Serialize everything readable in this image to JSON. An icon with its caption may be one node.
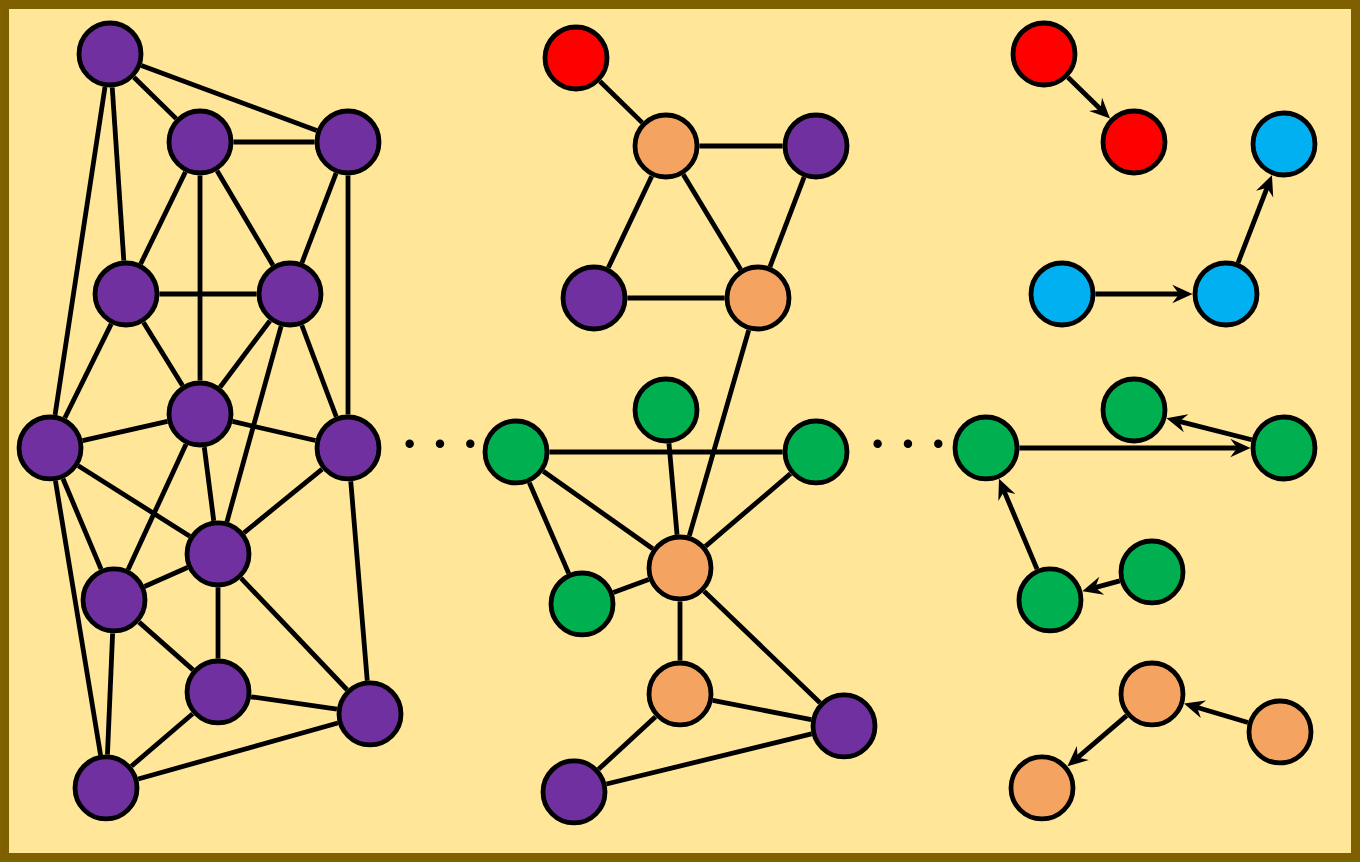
{
  "diagram": {
    "nodes": [
      {
        "text": [],
        "shape": "circle"
      },
      {
        "text": [],
        "shape": "circle"
      },
      {
        "text": [],
        "shape": "circle"
      },
      {
        "text": [],
        "shape": "circle"
      },
      {
        "text": [],
        "shape": "circle"
      },
      {
        "text": [],
        "shape": "circle"
      },
      {
        "text": [],
        "shape": "circle"
      },
      {
        "text": [],
        "shape": "circle"
      },
      {
        "text": [],
        "shape": "circle"
      },
      {
        "text": [],
        "shape": "circle"
      },
      {
        "text": [],
        "shape": "circle"
      },
      {
        "text": [],
        "shape": "circle"
      },
      {
        "text": [],
        "shape": "circle"
      },
      {
        "text": [],
        "shape": "circle"
      },
      {
        "text": [],
        "shape": "circle"
      },
      {
        "text": [],
        "shape": "circle"
      },
      {
        "text": [],
        "shape": "circle"
      },
      {
        "text": [],
        "shape": "circle"
      },
      {
        "text": [],
        "shape": "circle"
      },
      {
        "text": [],
        "shape": "circle"
      },
      {
        "text": [],
        "shape": "circle"
      },
      {
        "text": [],
        "shape": "circle"
      },
      {
        "text": [],
        "shape": "circle"
      },
      {
        "text": [],
        "shape": "circle"
      },
      {
        "text": [],
        "shape": "circle"
      },
      {
        "text": [],
        "shape": "circle"
      },
      {
        "text": [],
        "shape": "circle"
      },
      {
        "text": [],
        "shape": "circle"
      },
      {
        "text": [],
        "shape": "circle"
      },
      {
        "text": [],
        "shape": "circle"
      },
      {
        "text": [],
        "shape": "circle"
      },
      {
        "text": [],
        "shape": "circle"
      },
      {
        "text": [],
        "shape": "circle"
      },
      {
        "text": [],
        "shape": "circle"
      },
      {
        "text": [],
        "shape": "circle"
      },
      {
        "text": [],
        "shape": "circle"
      },
      {
        "text": [],
        "shape": "circle"
      },
      {
        "text": [],
        "shape": "circle"
      },
      {
        "text": [],
        "shape": "circle"
      }
    ],
    "edges": [
      {
        "from": 0,
        "to": 1,
        "arrow": "none"
      },
      {
        "from": 0,
        "to": 2,
        "arrow": "none"
      },
      {
        "from": 0,
        "to": 3,
        "arrow": "none"
      },
      {
        "from": 0,
        "to": 6,
        "arrow": "none"
      },
      {
        "from": 1,
        "to": 2,
        "arrow": "none"
      },
      {
        "from": 1,
        "to": 3,
        "arrow": "none"
      },
      {
        "from": 1,
        "to": 4,
        "arrow": "none"
      },
      {
        "from": 1,
        "to": 5,
        "arrow": "none"
      },
      {
        "from": 2,
        "to": 4,
        "arrow": "none"
      },
      {
        "from": 2,
        "to": 7,
        "arrow": "none"
      },
      {
        "from": 3,
        "to": 4,
        "arrow": "none"
      },
      {
        "from": 3,
        "to": 5,
        "arrow": "none"
      },
      {
        "from": 3,
        "to": 6,
        "arrow": "none"
      },
      {
        "from": 4,
        "to": 5,
        "arrow": "none"
      },
      {
        "from": 4,
        "to": 7,
        "arrow": "none"
      },
      {
        "from": 4,
        "to": 8,
        "arrow": "none"
      },
      {
        "from": 5,
        "to": 6,
        "arrow": "none"
      },
      {
        "from": 5,
        "to": 7,
        "arrow": "none"
      },
      {
        "from": 5,
        "to": 8,
        "arrow": "none"
      },
      {
        "from": 5,
        "to": 9,
        "arrow": "none"
      },
      {
        "from": 6,
        "to": 8,
        "arrow": "none"
      },
      {
        "from": 6,
        "to": 9,
        "arrow": "none"
      },
      {
        "from": 6,
        "to": 12,
        "arrow": "none"
      },
      {
        "from": 7,
        "to": 8,
        "arrow": "none"
      },
      {
        "from": 7,
        "to": 11,
        "arrow": "none"
      },
      {
        "from": 8,
        "to": 9,
        "arrow": "none"
      },
      {
        "from": 8,
        "to": 10,
        "arrow": "none"
      },
      {
        "from": 8,
        "to": 11,
        "arrow": "none"
      },
      {
        "from": 9,
        "to": 10,
        "arrow": "none"
      },
      {
        "from": 9,
        "to": 12,
        "arrow": "none"
      },
      {
        "from": 10,
        "to": 11,
        "arrow": "none"
      },
      {
        "from": 10,
        "to": 12,
        "arrow": "none"
      },
      {
        "from": 11,
        "to": 12,
        "arrow": "none"
      },
      {
        "from": 13,
        "to": 14,
        "arrow": "none"
      },
      {
        "from": 14,
        "to": 15,
        "arrow": "none"
      },
      {
        "from": 14,
        "to": 16,
        "arrow": "none"
      },
      {
        "from": 14,
        "to": 17,
        "arrow": "none"
      },
      {
        "from": 15,
        "to": 17,
        "arrow": "none"
      },
      {
        "from": 16,
        "to": 17,
        "arrow": "none"
      },
      {
        "from": 17,
        "to": 21,
        "arrow": "none"
      },
      {
        "from": 18,
        "to": 20,
        "arrow": "none"
      },
      {
        "from": 18,
        "to": 21,
        "arrow": "none"
      },
      {
        "from": 18,
        "to": 22,
        "arrow": "none"
      },
      {
        "from": 19,
        "to": 21,
        "arrow": "none"
      },
      {
        "from": 20,
        "to": 21,
        "arrow": "none"
      },
      {
        "from": 21,
        "to": 22,
        "arrow": "none"
      },
      {
        "from": 21,
        "to": 23,
        "arrow": "none"
      },
      {
        "from": 21,
        "to": 24,
        "arrow": "none"
      },
      {
        "from": 23,
        "to": 24,
        "arrow": "none"
      },
      {
        "from": 23,
        "to": 25,
        "arrow": "none"
      },
      {
        "from": 24,
        "to": 25,
        "arrow": "none"
      },
      {
        "from": 26,
        "to": 27,
        "arrow": "to"
      },
      {
        "from": 29,
        "to": 30,
        "arrow": "to"
      },
      {
        "from": 30,
        "to": 28,
        "arrow": "to"
      },
      {
        "from": 33,
        "to": 31,
        "arrow": "to"
      },
      {
        "from": 32,
        "to": 33,
        "arrow": "to"
      },
      {
        "from": 35,
        "to": 32,
        "arrow": "to"
      },
      {
        "from": 34,
        "to": 35,
        "arrow": "to"
      },
      {
        "from": 37,
        "to": 36,
        "arrow": "to"
      },
      {
        "from": 36,
        "to": 38,
        "arrow": "to"
      }
    ],
    "labels": [
      "· · ·",
      "· · ·"
    ]
  }
}
